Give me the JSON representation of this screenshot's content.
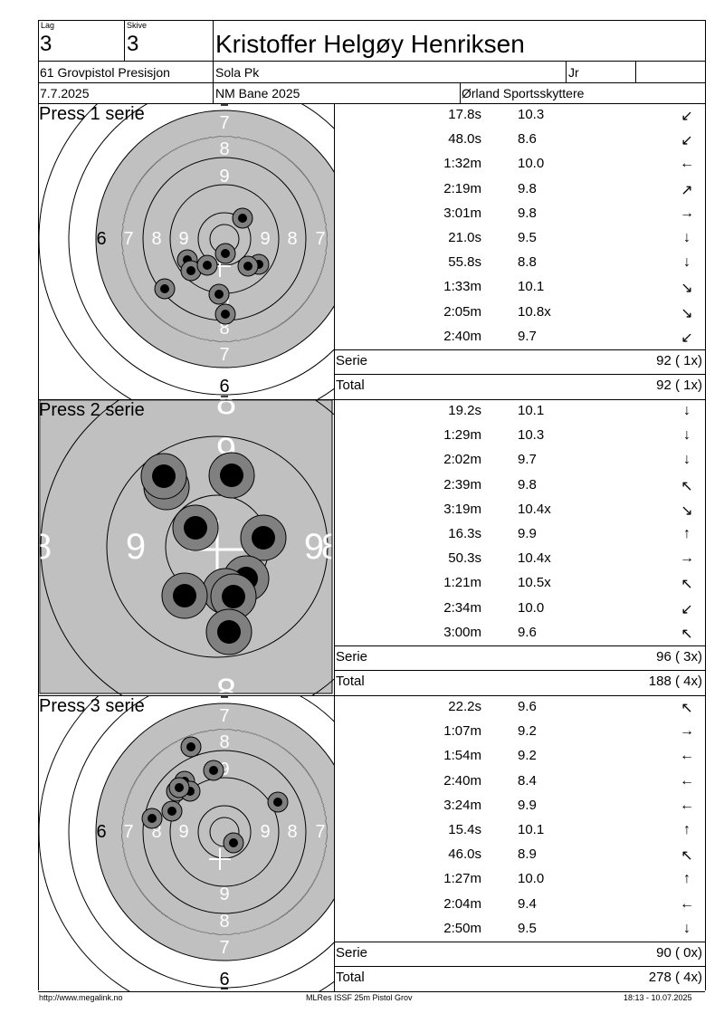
{
  "header": {
    "lag_label": "Lag",
    "lag_value": "3",
    "skive_label": "Skive",
    "skive_value": "3",
    "shooter_name": "Kristoffer Helgøy Henriksen",
    "class": "61 Grovpistol Presisjon",
    "club": "Sola Pk",
    "category": "Jr",
    "date": "7.7.2025",
    "event": "NM Bane 2025",
    "organizer": "Ørland Sportsskyttere"
  },
  "series": [
    {
      "name": "Press 1 serie",
      "shots": [
        {
          "time": "17.8s",
          "score": "10.3",
          "dir": "↙"
        },
        {
          "time": "48.0s",
          "score": "8.6",
          "dir": "↙"
        },
        {
          "time": "1:32m",
          "score": "10.0",
          "dir": "←"
        },
        {
          "time": "2:19m",
          "score": "9.8",
          "dir": "↗"
        },
        {
          "time": "3:01m",
          "score": "9.8",
          "dir": "→"
        },
        {
          "time": "21.0s",
          "score": "9.5",
          "dir": "↓"
        },
        {
          "time": "55.8s",
          "score": "8.8",
          "dir": "↓"
        },
        {
          "time": "1:33m",
          "score": "10.1",
          "dir": "↘"
        },
        {
          "time": "2:05m",
          "score": "10.8x",
          "dir": "↘"
        },
        {
          "time": "2:40m",
          "score": "9.7",
          "dir": "↙"
        }
      ],
      "serie_label": "Serie",
      "serie_value": "92 ( 1x)",
      "total_label": "Total",
      "total_value": "92 ( 1x)"
    },
    {
      "name": "Press 2 serie",
      "shots": [
        {
          "time": "19.2s",
          "score": "10.1",
          "dir": "↓"
        },
        {
          "time": "1:29m",
          "score": "10.3",
          "dir": "↓"
        },
        {
          "time": "2:02m",
          "score": "9.7",
          "dir": "↓"
        },
        {
          "time": "2:39m",
          "score": "9.8",
          "dir": "↖"
        },
        {
          "time": "3:19m",
          "score": "10.4x",
          "dir": "↘"
        },
        {
          "time": "16.3s",
          "score": "9.9",
          "dir": "↑"
        },
        {
          "time": "50.3s",
          "score": "10.4x",
          "dir": "→"
        },
        {
          "time": "1:21m",
          "score": "10.5x",
          "dir": "↖"
        },
        {
          "time": "2:34m",
          "score": "10.0",
          "dir": "↙"
        },
        {
          "time": "3:00m",
          "score": "9.6",
          "dir": "↖"
        }
      ],
      "serie_label": "Serie",
      "serie_value": "96 ( 3x)",
      "total_label": "Total",
      "total_value": "188 ( 4x)"
    },
    {
      "name": "Press 3 serie",
      "shots": [
        {
          "time": "22.2s",
          "score": "9.6",
          "dir": "↖"
        },
        {
          "time": "1:07m",
          "score": "9.2",
          "dir": "→"
        },
        {
          "time": "1:54m",
          "score": "9.2",
          "dir": "←"
        },
        {
          "time": "2:40m",
          "score": "8.4",
          "dir": "←"
        },
        {
          "time": "3:24m",
          "score": "9.9",
          "dir": "←"
        },
        {
          "time": "15.4s",
          "score": "10.1",
          "dir": "↑"
        },
        {
          "time": "46.0s",
          "score": "8.9",
          "dir": "↖"
        },
        {
          "time": "1:27m",
          "score": "10.0",
          "dir": "↑"
        },
        {
          "time": "2:04m",
          "score": "9.4",
          "dir": "←"
        },
        {
          "time": "2:50m",
          "score": "9.5",
          "dir": "↓"
        }
      ],
      "serie_label": "Serie",
      "serie_value": "90 ( 0x)",
      "total_label": "Total",
      "total_value": "278 ( 4x)"
    }
  ],
  "targets": {
    "full_view_labels": {
      "r6": "6",
      "r7": "7",
      "r8": "8",
      "r9": "9"
    },
    "zoom_view_labels": {
      "r8": "8",
      "r9": "9"
    },
    "colors": {
      "black_area": "#c0c0c0",
      "ring": "#000000",
      "shot_outer": "#808080",
      "shot_inner": "#000000",
      "label_white": "#ffffff"
    }
  },
  "footer": {
    "url": "http://www.megalink.no",
    "software": "MLRes ISSF 25m Pistol Grov",
    "printed": "18:13 - 10.07.2025"
  }
}
